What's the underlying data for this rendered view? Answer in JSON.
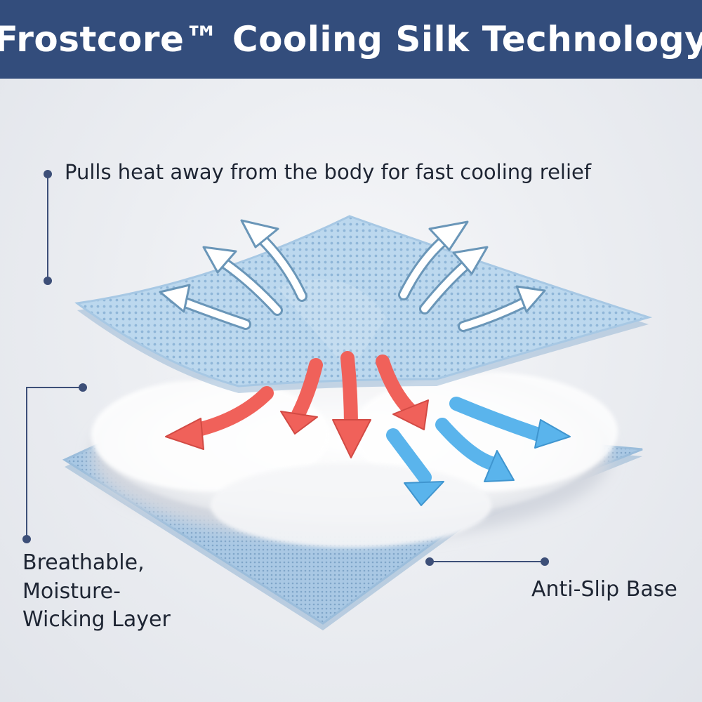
{
  "header": {
    "title": "Frostcore™ Cooling Silk Technology"
  },
  "callouts": {
    "top": "Pulls heat away from the body for fast cooling relief",
    "middle": [
      "Breathable,",
      "Moisture-",
      "Wicking Layer"
    ],
    "bottom": "Anti-Slip Base"
  },
  "colors": {
    "banner": "#334d7c",
    "fabric_blue": "#b9d6ec",
    "heat_arrow": "#f0615a",
    "cool_arrow": "#5ab4ec",
    "callout_line": "#3d4f78"
  }
}
